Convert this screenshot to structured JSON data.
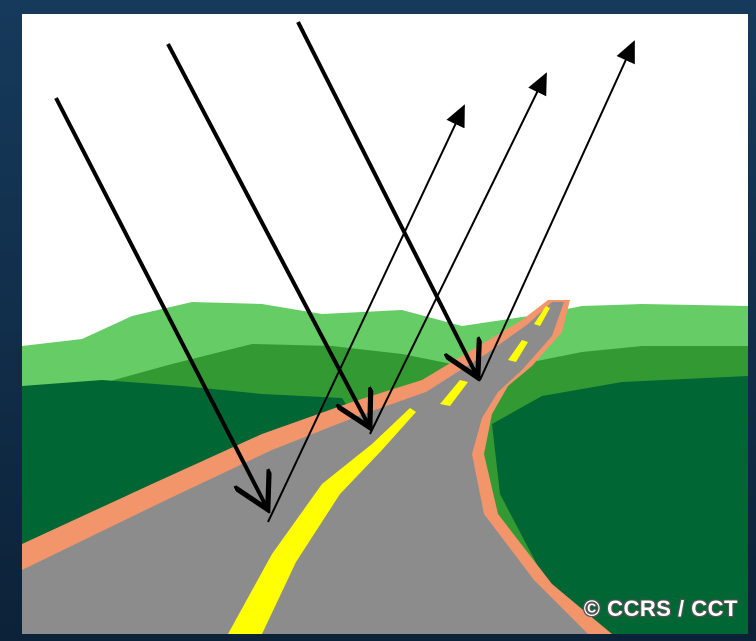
{
  "credit": "© CCRS / CCT",
  "colors": {
    "sky": "#ffffff",
    "hill_light": "#66cc66",
    "hill_mid": "#339933",
    "hill_dark": "#006633",
    "road": "#8c8c8c",
    "road_edge": "#f2956a",
    "center_line": "#ffff00",
    "arrow": "#000000"
  },
  "icons": [
    "incident-ray-arrow",
    "reflected-ray-arrow"
  ]
}
